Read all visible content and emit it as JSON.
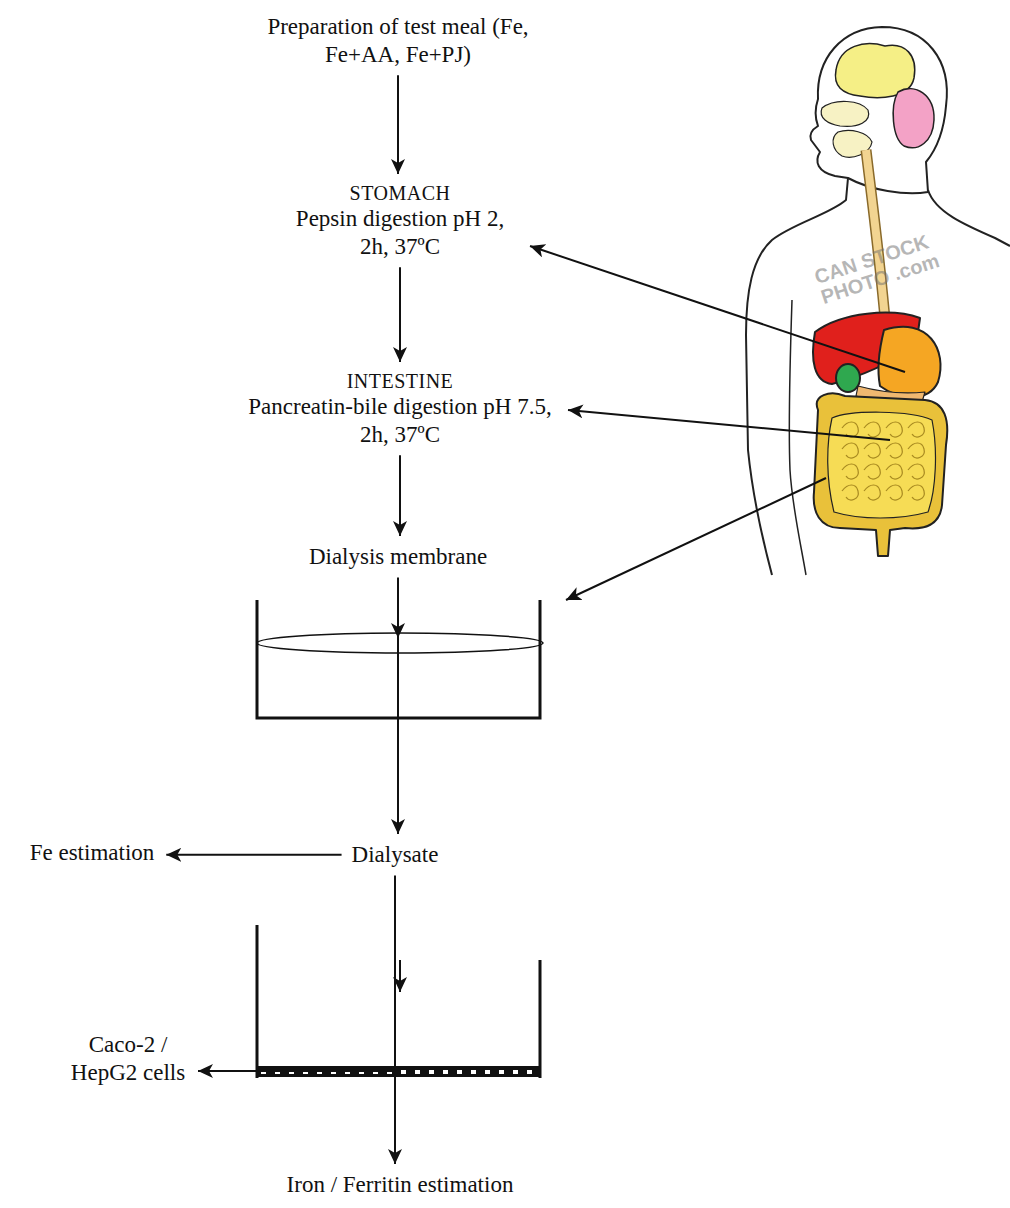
{
  "diagram": {
    "nodes": [
      {
        "text": [
          "Preparation of test meal (Fe, Fe+AA, Fe+PJ)"
        ]
      },
      {
        "text": [
          "STOMACH",
          "Pepsin digestion pH 2, 2h, 37ºC"
        ]
      },
      {
        "text": [
          "INTESTINE",
          "Pancreatin-bile digestion pH 7.5, 2h, 37ºC"
        ]
      },
      {
        "text": [
          "Dialysis membrane"
        ]
      },
      {
        "text": [
          "Dialysate"
        ]
      },
      {
        "text": [
          "Fe estimation"
        ]
      },
      {
        "text": [
          "Caco-2 / HepG2 cells"
        ]
      },
      {
        "text": [
          "Iron / Ferritin estimation"
        ]
      }
    ],
    "edges": [
      {
        "from": 0,
        "to": 1,
        "arrow": "to"
      },
      {
        "from": 1,
        "to": 2,
        "arrow": "to"
      },
      {
        "from": 2,
        "to": 3,
        "arrow": "to"
      },
      {
        "from": 3,
        "to": 4,
        "arrow": "to"
      },
      {
        "from": 4,
        "to": 5,
        "arrow": "to"
      },
      {
        "from": 4,
        "to": 7,
        "arrow": "to"
      }
    ],
    "labels": [
      "CAN STOCK PHOTO .com"
    ]
  }
}
